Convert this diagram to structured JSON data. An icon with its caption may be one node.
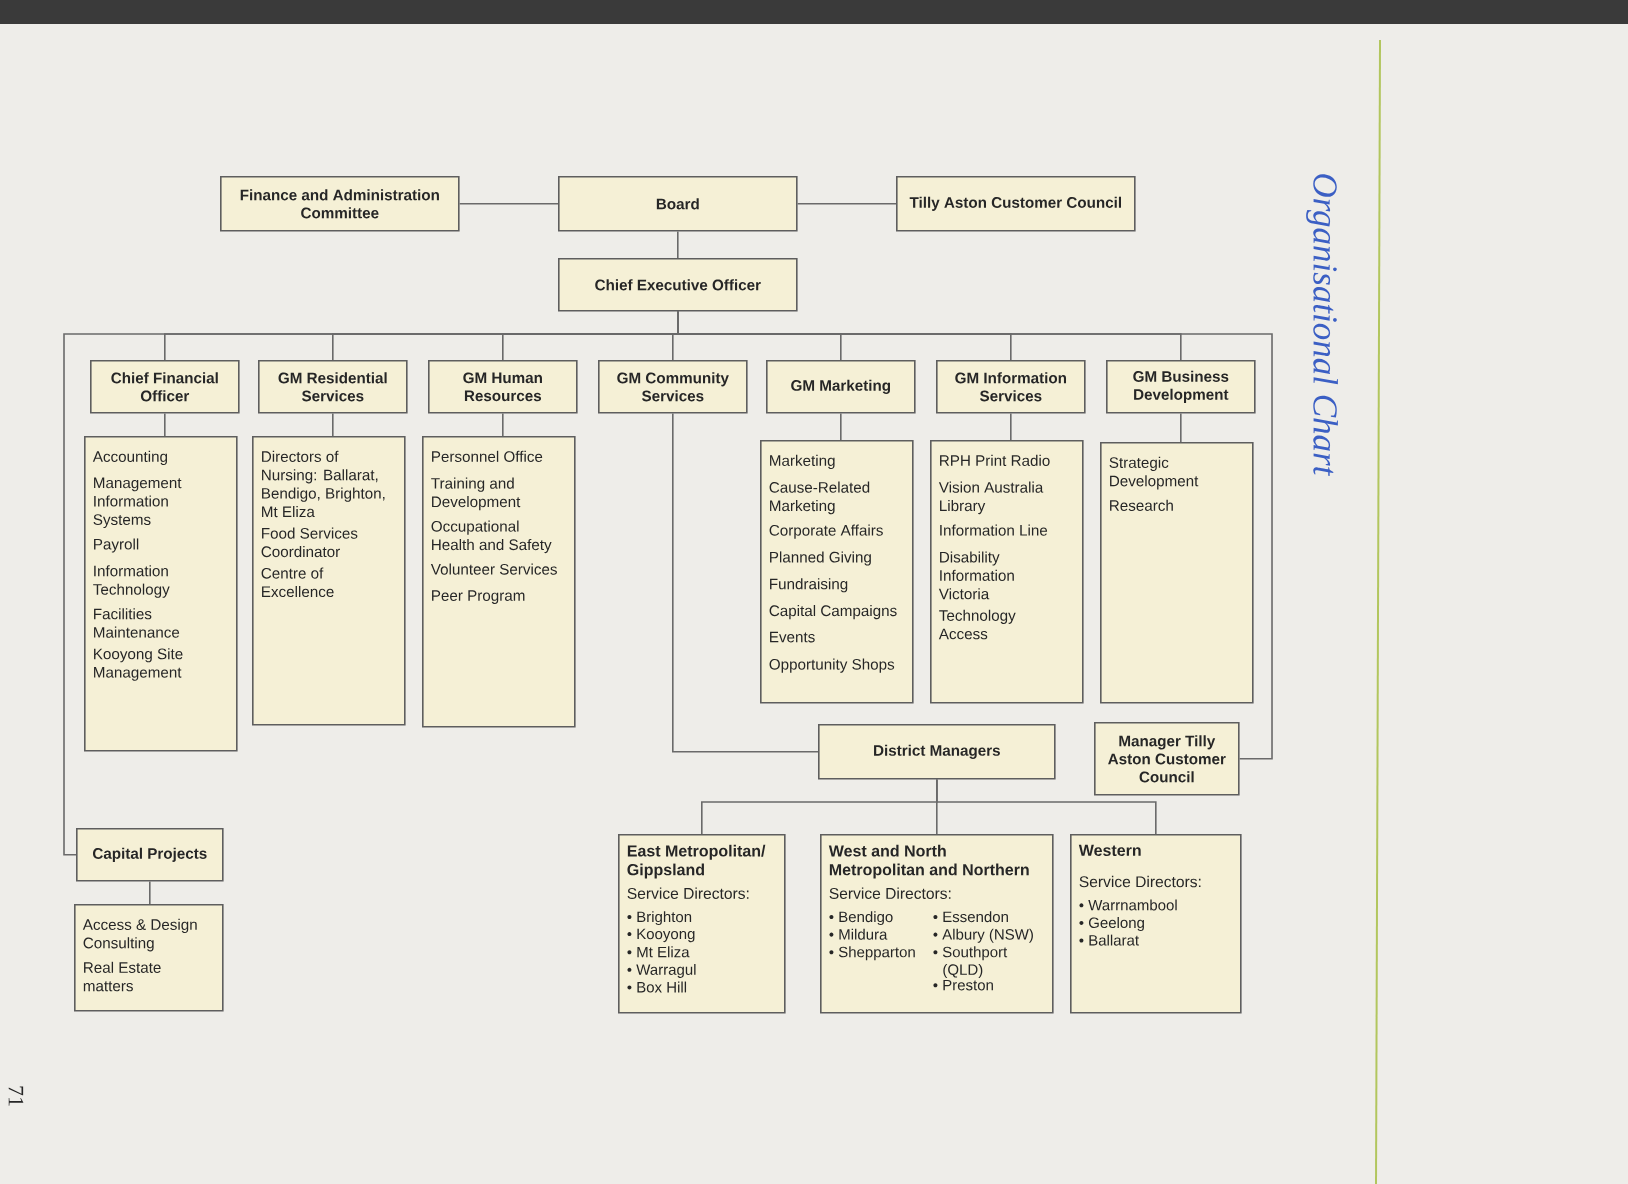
{
  "diagram": {
    "title": "Organisational Chart",
    "nodes": [
      {
        "text": [
          "Finance and Administration Committee"
        ]
      },
      {
        "text": [
          "Board"
        ]
      },
      {
        "text": [
          "Tilly Aston Customer Council"
        ]
      },
      {
        "text": [
          "Chief Executive Officer"
        ]
      },
      {
        "text": [
          "Chief Financial Officer"
        ]
      },
      {
        "text": [
          "GM Residential Services"
        ]
      },
      {
        "text": [
          "GM Human Resources"
        ]
      },
      {
        "text": [
          "GM Community Services"
        ]
      },
      {
        "text": [
          "GM Marketing"
        ]
      },
      {
        "text": [
          "GM Information Services"
        ]
      },
      {
        "text": [
          "GM Business Development"
        ]
      },
      {
        "text": [
          "Accounting",
          "Management Information Systems",
          "Payroll",
          "Information Technology",
          "Facilities Maintenance",
          "Kooyong Site Management"
        ]
      },
      {
        "text": [
          "Directors of Nursing: Ballarat, Bendigo, Brighton, Mt Eliza",
          "Food Services Coordinator",
          "Centre of Excellence"
        ]
      },
      {
        "text": [
          "Personnel Office",
          "Training and Development",
          "Occupational Health and Safety",
          "Volunteer Services",
          "Peer Program"
        ]
      },
      {
        "text": [
          "Marketing",
          "Cause-Related Marketing",
          "Corporate Affairs",
          "Planned Giving",
          "Fundraising",
          "Capital Campaigns",
          "Events",
          "Opportunity Shops"
        ]
      },
      {
        "text": [
          "RPH Print Radio",
          "Vision Australia Library",
          "Information Line",
          "Disability Information Victoria",
          "Technology Access"
        ]
      },
      {
        "text": [
          "Strategic Development",
          "Research"
        ]
      },
      {
        "text": [
          "District Managers"
        ]
      },
      {
        "text": [
          "Manager Tilly Aston Customer Council"
        ]
      },
      {
        "text": [
          "Capital Projects"
        ]
      },
      {
        "text": [
          "Access & Design Consulting",
          "Real Estate matters"
        ]
      },
      {
        "text": [
          "East Metropolitan/ Gippsland",
          "Service Directors:",
          "• Brighton",
          "• Kooyong",
          "• Mt Eliza",
          "• Warragul",
          "• Box Hill"
        ]
      },
      {
        "text": [
          "West and North Metropolitan and Northern",
          "Service Directors:",
          "• Bendigo",
          "• Mildura",
          "• Shepparton",
          "• Essendon",
          "• Albury (NSW)",
          "• Southport (QLD)",
          "• Preston"
        ]
      },
      {
        "text": [
          "Western",
          "Service Directors:",
          "• Warrnambool",
          "• Geelong",
          "• Ballarat"
        ]
      }
    ],
    "edges": [
      {
        "from": 1,
        "to": 0,
        "arrow": "none"
      },
      {
        "from": 1,
        "to": 2,
        "arrow": "none"
      },
      {
        "from": 1,
        "to": 3,
        "arrow": "none"
      },
      {
        "from": 3,
        "to": 4,
        "arrow": "none"
      },
      {
        "from": 3,
        "to": 5,
        "arrow": "none"
      },
      {
        "from": 3,
        "to": 6,
        "arrow": "none"
      },
      {
        "from": 3,
        "to": 7,
        "arrow": "none"
      },
      {
        "from": 3,
        "to": 8,
        "arrow": "none"
      },
      {
        "from": 3,
        "to": 9,
        "arrow": "none"
      },
      {
        "from": 3,
        "to": 10,
        "arrow": "none"
      },
      {
        "from": 3,
        "to": 19,
        "arrow": "none"
      },
      {
        "from": 3,
        "to": 18,
        "arrow": "none"
      },
      {
        "from": 4,
        "to": 11,
        "arrow": "none"
      },
      {
        "from": 5,
        "to": 12,
        "arrow": "none"
      },
      {
        "from": 6,
        "to": 13,
        "arrow": "none"
      },
      {
        "from": 8,
        "to": 14,
        "arrow": "none"
      },
      {
        "from": 9,
        "to": 15,
        "arrow": "none"
      },
      {
        "from": 10,
        "to": 16,
        "arrow": "none"
      },
      {
        "from": 7,
        "to": 17,
        "arrow": "none"
      },
      {
        "from": 19,
        "to": 20,
        "arrow": "none"
      },
      {
        "from": 17,
        "to": 21,
        "arrow": "none"
      },
      {
        "from": 17,
        "to": 22,
        "arrow": "none"
      },
      {
        "from": 17,
        "to": 23,
        "arrow": "none"
      }
    ],
    "labels": [
      "71"
    ]
  }
}
